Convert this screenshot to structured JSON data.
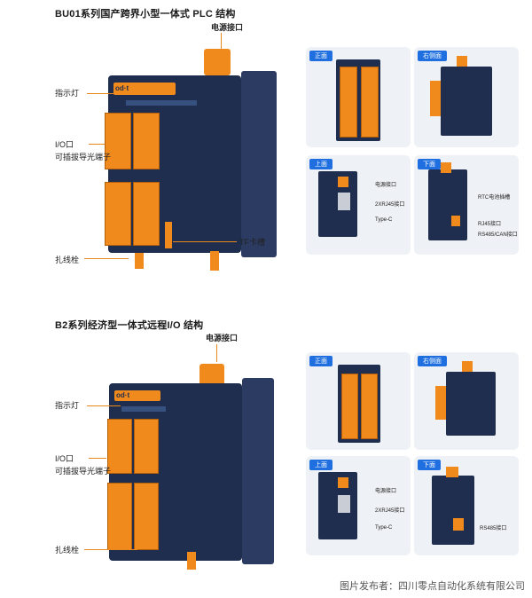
{
  "section1": {
    "title": "BU01系列国产跨界小型一体式 PLC 结构",
    "labels": {
      "power": "电源接口",
      "indicator": "指示灯",
      "io": "I/O口",
      "terminal": "可插拔导光端子",
      "tf": "TF卡槽",
      "tie": "扎线栓"
    },
    "views": {
      "front": "正面",
      "right": "右侧面",
      "top": "上面",
      "bottom": "下面"
    },
    "top_labels": [
      "电源接口",
      "2XRJ45接口",
      "Type-C"
    ],
    "bottom_labels": [
      "RTC电池插槽",
      "RJ45接口",
      "RS485/CAN接口"
    ]
  },
  "section2": {
    "title": "B2系列经济型一体式远程I/O 结构",
    "labels": {
      "power": "电源接口",
      "indicator": "指示灯",
      "io": "I/O口",
      "terminal": "可插拔导光端子",
      "tie": "扎线栓"
    },
    "views": {
      "front": "正面",
      "right": "右侧面",
      "top": "上面",
      "bottom": "下面"
    },
    "top_labels": [
      "电源接口",
      "2XRJ45接口",
      "Type-C"
    ],
    "bottom_labels": [
      "RS485接口"
    ]
  },
  "footer": "图片发布者：四川零点自动化系统有限公司",
  "colors": {
    "accent": "#f08a1c",
    "device": "#1f2d4e",
    "tag": "#1f6fe0"
  }
}
